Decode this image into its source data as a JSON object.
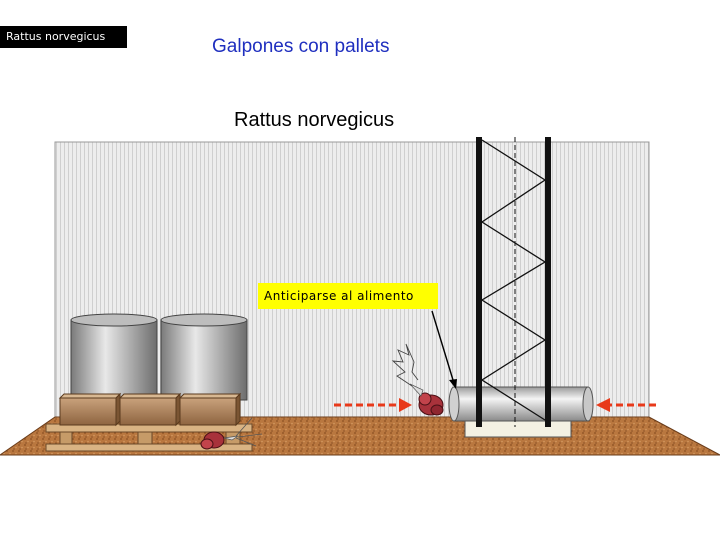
{
  "corner_tag": "Rattus norvegicus",
  "title": "Galpones con pallets",
  "subtitle": "Rattus norvegicus",
  "callout": "Anticiparse al alimento",
  "colors": {
    "title": "#1f2fbf",
    "callout_bg": "#ffff00",
    "arrow": "#e8391a",
    "wall": "#e6e6e6",
    "floor": "#b8743f"
  },
  "icons": [
    "barrel-icon",
    "box-icon",
    "pallet-icon",
    "rat-icon",
    "pipe-icon",
    "rack-icon",
    "arrow-icon"
  ]
}
